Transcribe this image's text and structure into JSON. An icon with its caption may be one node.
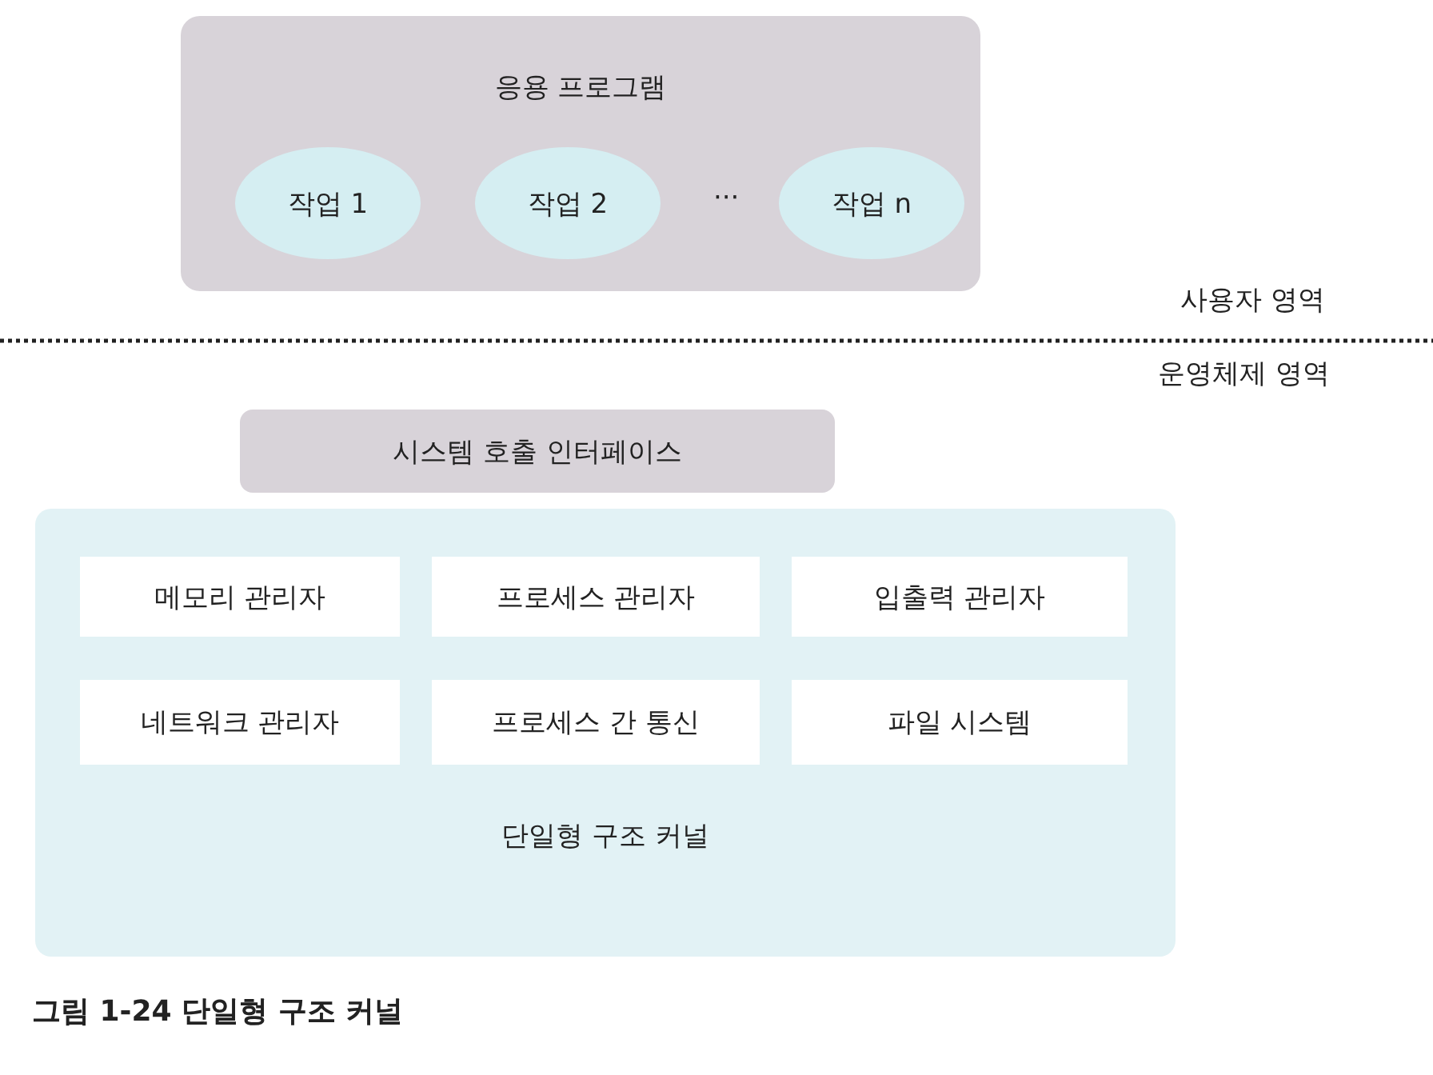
{
  "diagram": {
    "caption": "그림 1-24 단일형 구조 커널",
    "nodes": [
      {
        "text": [
          "응용 프로그램"
        ]
      },
      {
        "text": [
          "작업 1"
        ],
        "in": 0
      },
      {
        "text": [
          "작업 2"
        ],
        "in": 0
      },
      {
        "text": [
          "작업 n"
        ],
        "in": 0
      },
      {
        "text": [
          "시스템 호출 인터페이스"
        ]
      },
      {
        "text": [
          "단일형 구조 커널"
        ]
      },
      {
        "text": [
          "메모리 관리자"
        ],
        "in": 5
      },
      {
        "text": [
          "프로세스 관리자"
        ],
        "in": 5
      },
      {
        "text": [
          "입출력 관리자"
        ],
        "in": 5
      },
      {
        "text": [
          "네트워크 관리자"
        ],
        "in": 5
      },
      {
        "text": [
          "프로세스 간 통신"
        ],
        "in": 5
      },
      {
        "text": [
          "파일 시스템"
        ],
        "in": 5
      }
    ],
    "labels": [
      "···",
      "사용자 영역",
      "운영체제 영역"
    ]
  }
}
